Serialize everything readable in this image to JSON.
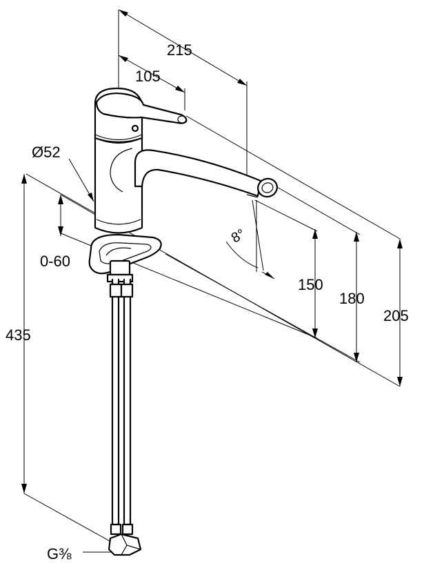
{
  "dimensions": {
    "overall_reach": "215",
    "handle_reach": "105",
    "base_diameter": "Ø52",
    "deck_thickness": "0-60",
    "spout_height": "150",
    "aerator_height": "180",
    "overall_height": "205",
    "hose_length": "435",
    "spout_angle": "8°",
    "connection_thread": "G⅜"
  }
}
